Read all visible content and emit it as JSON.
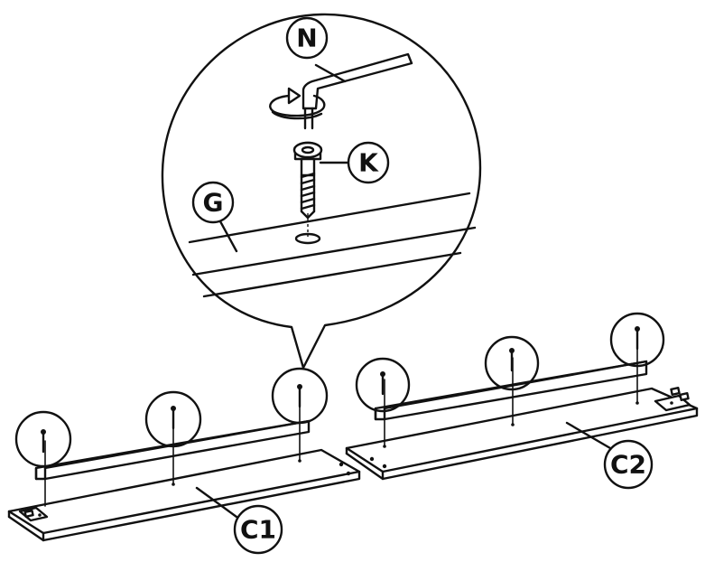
{
  "diagram": {
    "labels": {
      "allen_key": "N",
      "screw": "K",
      "rail": "G",
      "panel_left": "C1",
      "panel_right": "C2"
    },
    "colors": {
      "ink": "#111111",
      "paper": "#ffffff"
    },
    "icons": [
      "allen-key-icon",
      "screw-icon",
      "rotate-arrow-icon",
      "hinge-bracket-icon"
    ]
  }
}
